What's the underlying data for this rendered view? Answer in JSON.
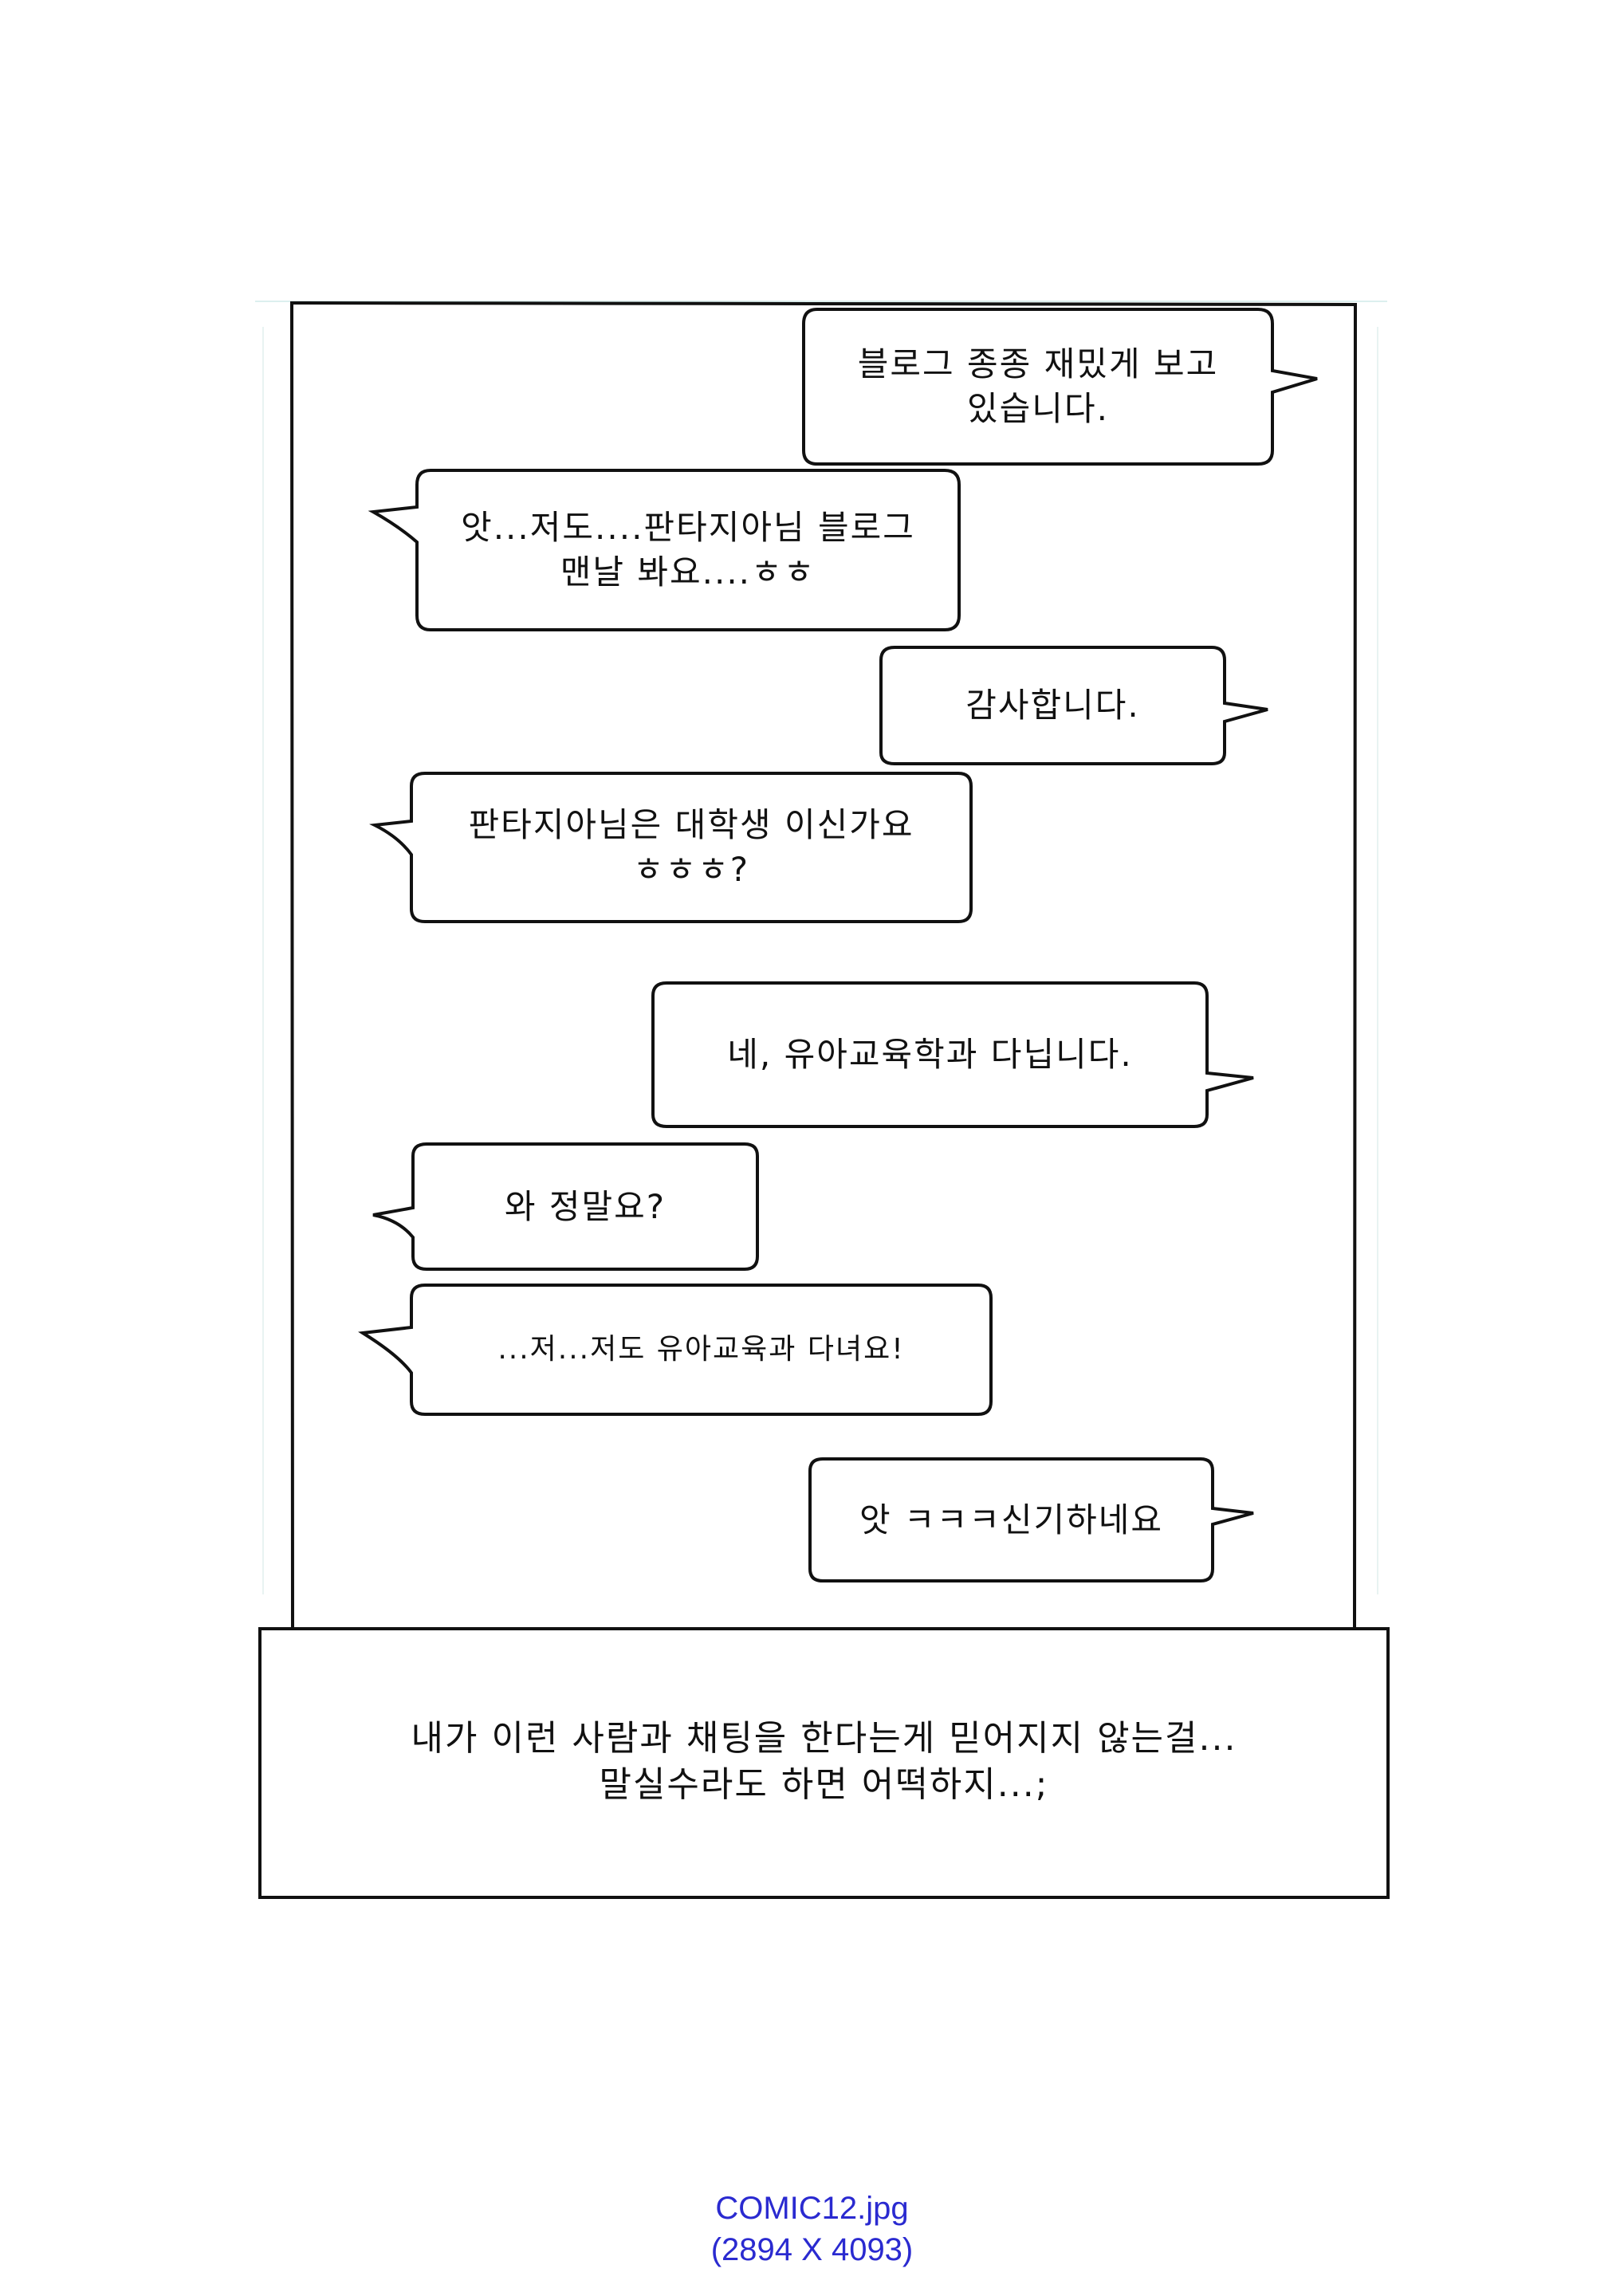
{
  "bubbles": [
    {
      "speaker": "right",
      "lines": [
        "블로그 종종 재밌게 보고",
        "있습니다."
      ]
    },
    {
      "speaker": "left",
      "lines": [
        "앗...저도....판타지아님 블로그",
        "맨날 봐요....ㅎㅎ"
      ]
    },
    {
      "speaker": "right",
      "lines": [
        "감사합니다."
      ]
    },
    {
      "speaker": "left",
      "lines": [
        "판타지아님은 대학생 이신가요",
        "ㅎㅎㅎ?"
      ]
    },
    {
      "speaker": "right",
      "lines": [
        "네, 유아교육학과 다닙니다."
      ]
    },
    {
      "speaker": "left",
      "lines": [
        "와 정말요?"
      ]
    },
    {
      "speaker": "left",
      "lines": [
        "...저...저도 유아교육과 다녀요!"
      ]
    },
    {
      "speaker": "right",
      "lines": [
        "앗 ㅋㅋㅋ신기하네요"
      ]
    }
  ],
  "narration": {
    "lines": [
      "내가 이런 사람과 채팅을 한다는게 믿어지지 않는걸...",
      "말실수라도 하면 어떡하지...;"
    ]
  },
  "caption": {
    "filename": "COMIC12.jpg",
    "dimensions": "(2894 X 4093)"
  },
  "colors": {
    "ink": "#111111",
    "caption": "#2a2ad0",
    "paper": "#ffffff"
  }
}
